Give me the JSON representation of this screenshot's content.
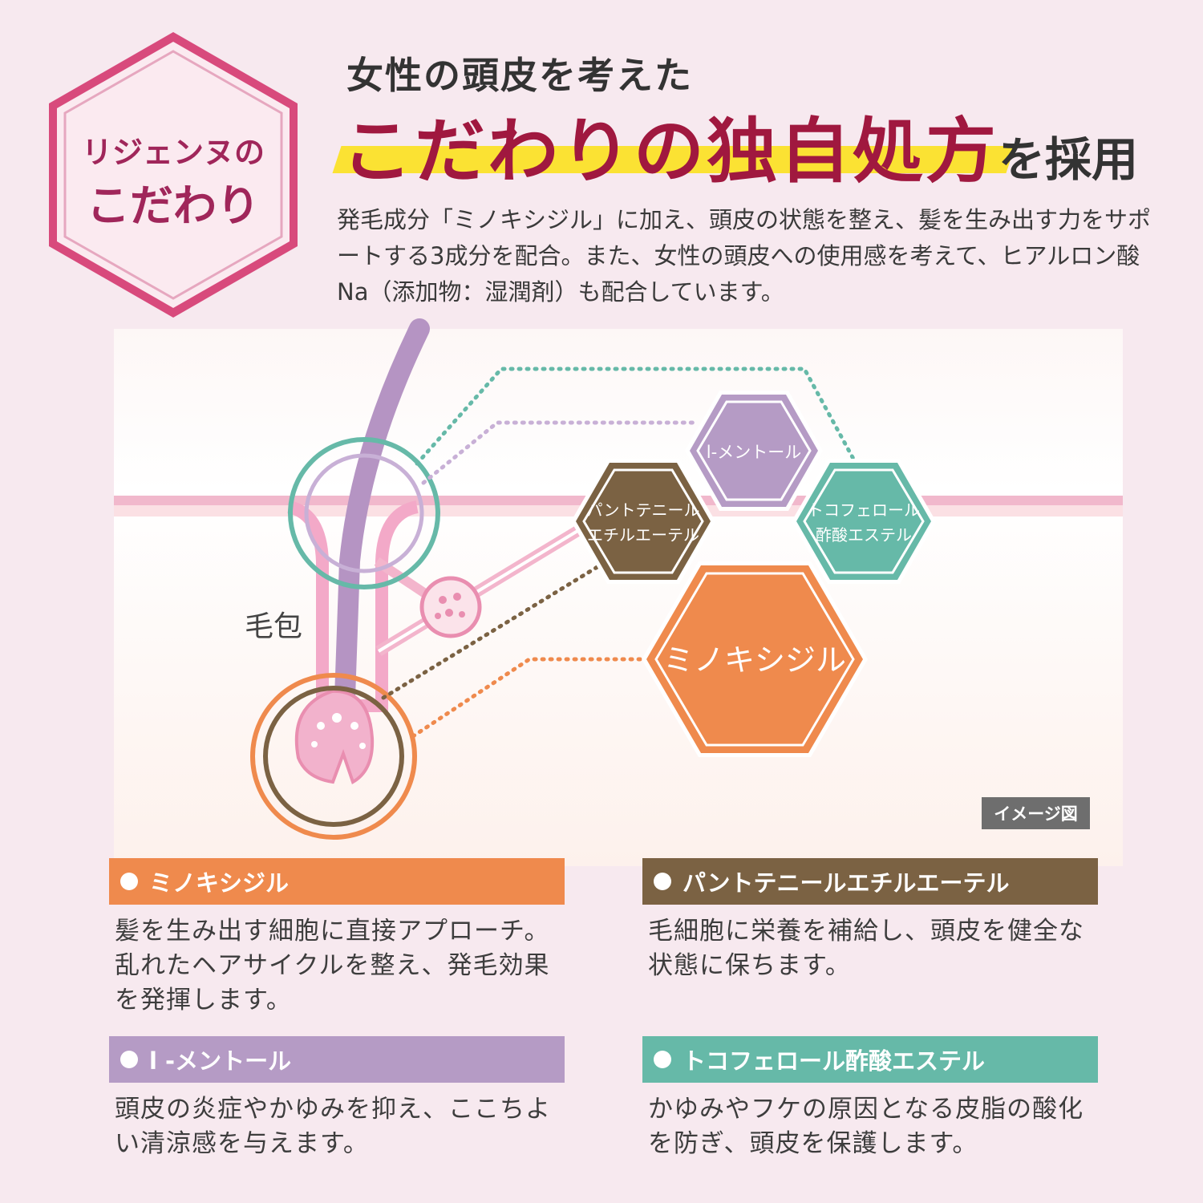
{
  "badge": {
    "line1": "リジェンヌの",
    "line2": "こだわり"
  },
  "header": {
    "subtitle": "女性の頭皮を考えた",
    "title_emphasis": "こだわりの独自処方",
    "title_rest": "を採用"
  },
  "intro": "発毛成分「ミノキシジル」に加え、頭皮の状態を整え、髪を生み出す力をサポートする3成分を配合。また、女性の頭皮への使用感を考えて、ヒアルロン酸Na（添加物：湿潤剤）も配合しています。",
  "diagram": {
    "follicle_label": "毛包",
    "image_tag": "イメージ図",
    "hex_menthol": "l-メントール",
    "hex_panthenyl_1": "パントテニール",
    "hex_panthenyl_2": "エチルエーテル",
    "hex_tocopherol_1": "トコフェロール",
    "hex_tocopherol_2": "酢酸エステル",
    "hex_minoxidil": "ミノキシジル"
  },
  "colors": {
    "minoxidil": "#ef8a4d",
    "panthenyl": "#7b6243",
    "menthol": "#b59bc5",
    "tocopherol": "#66b9a8",
    "accent": "#a0183f",
    "highlight": "#fbe233"
  },
  "ingredients": [
    {
      "name": "ミノキシジル",
      "desc": "髪を生み出す細胞に直接アプローチ。乱れたヘアサイクルを整え、発毛効果を発揮します。"
    },
    {
      "name": "パントテニールエチルエーテル",
      "desc": "毛細胞に栄養を補給し、頭皮を健全な状態に保ちます。"
    },
    {
      "name": "l -メントール",
      "desc": "頭皮の炎症やかゆみを抑え、ここちよい清涼感を与えます。"
    },
    {
      "name": "トコフェロール酢酸エステル",
      "desc": "かゆみやフケの原因となる皮脂の酸化を防ぎ、頭皮を保護します。"
    }
  ]
}
